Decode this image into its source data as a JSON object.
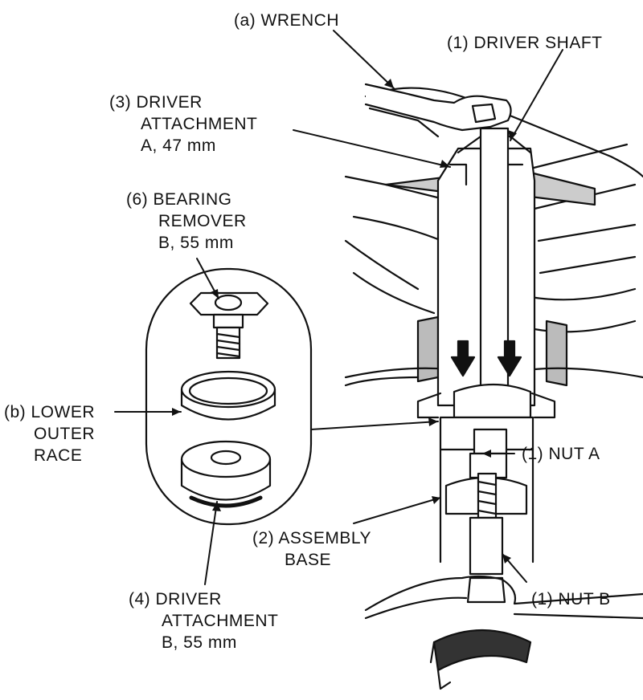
{
  "labels": {
    "wrench": [
      "(a) WRENCH"
    ],
    "driver_shaft": [
      "(1) DRIVER SHAFT"
    ],
    "driver_attachment_a": [
      "(3) DRIVER",
      "ATTACHMENT",
      "A, 47 mm"
    ],
    "bearing_remover": [
      "(6) BEARING",
      "REMOVER",
      "B, 55 mm"
    ],
    "lower_outer_race": [
      "(b) LOWER",
      "OUTER",
      "RACE"
    ],
    "nut_a": [
      "(1) NUT A"
    ],
    "assembly_base": [
      "(2) ASSEMBLY",
      "BASE"
    ],
    "nut_b": [
      "(1) NUT B"
    ],
    "driver_attachment_b": [
      "(4) DRIVER",
      "ATTACHMENT",
      "B, 55 mm"
    ]
  },
  "colors": {
    "ink": "#111111",
    "paper": "#ffffff",
    "shade": "#222222"
  }
}
